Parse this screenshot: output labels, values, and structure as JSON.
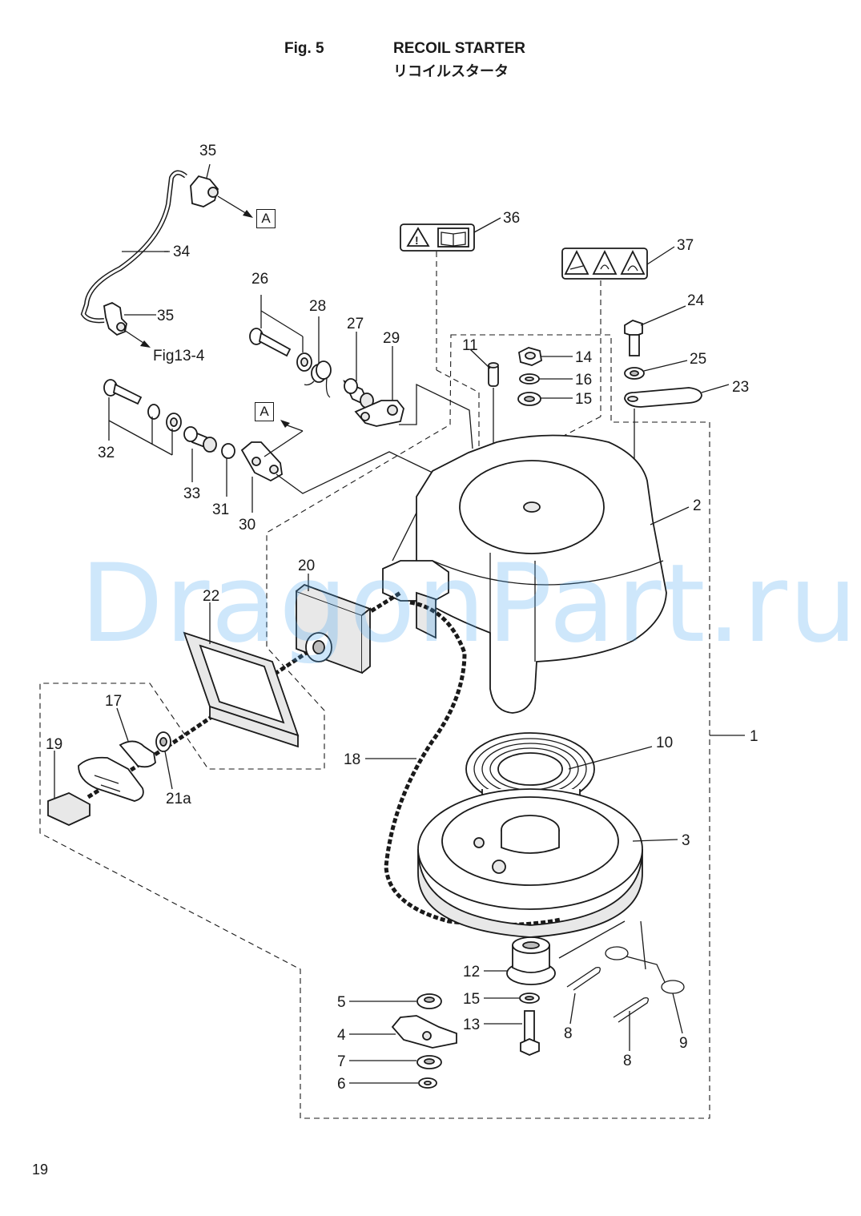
{
  "header": {
    "fig_no": "Fig. 5",
    "title": "RECOIL STARTER",
    "title_jp": "リコイルスタータ"
  },
  "page_number": "19",
  "watermark": "DragonPart.ru",
  "refs": {
    "a": "A",
    "fig13_4": "Fig13-4"
  },
  "callouts": {
    "c1": "1",
    "c2": "2",
    "c3": "3",
    "c4": "4",
    "c5": "5",
    "c6": "6",
    "c7": "7",
    "c8a": "8",
    "c8b": "8",
    "c9": "9",
    "c10": "10",
    "c11": "11",
    "c12": "12",
    "c13": "13",
    "c14": "14",
    "c15a": "15",
    "c15b": "15",
    "c16": "16",
    "c17": "17",
    "c18": "18",
    "c19": "19",
    "c20": "20",
    "c21a": "21a",
    "c22": "22",
    "c23": "23",
    "c24": "24",
    "c25": "25",
    "c26": "26",
    "c27": "27",
    "c28": "28",
    "c29": "29",
    "c30": "30",
    "c31": "31",
    "c32": "32",
    "c33": "33",
    "c34": "34",
    "c35a": "35",
    "c35b": "35",
    "c36": "36",
    "c37": "37"
  },
  "icons": [
    "warning-triangle-icon",
    "manual-book-icon",
    "hand-caution-icon",
    "fire-caution-icon",
    "rotate-caution-icon"
  ]
}
